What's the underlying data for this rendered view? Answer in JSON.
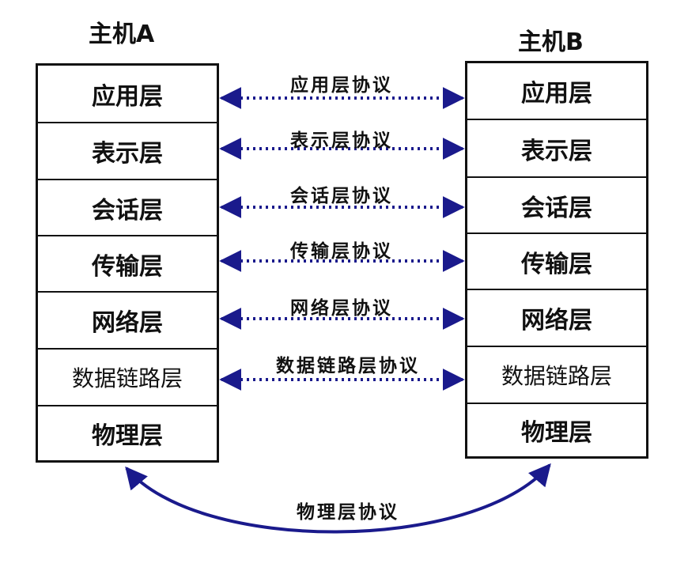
{
  "hosts": {
    "a": {
      "title": "主机A",
      "layers": [
        "应用层",
        "表示层",
        "会话层",
        "传输层",
        "网络层",
        "数据链路层",
        "物理层"
      ]
    },
    "b": {
      "title": "主机B",
      "layers": [
        "应用层",
        "表示层",
        "会话层",
        "传输层",
        "网络层",
        "数据链路层",
        "物理层"
      ]
    }
  },
  "protocols": [
    "应用层协议",
    "表示层协议",
    "会话层协议",
    "传输层协议",
    "网络层协议",
    "数据链路层协议"
  ],
  "physical_protocol": "物理层协议",
  "colors": {
    "arrow": "#1a1a8c",
    "border": "#111111"
  }
}
